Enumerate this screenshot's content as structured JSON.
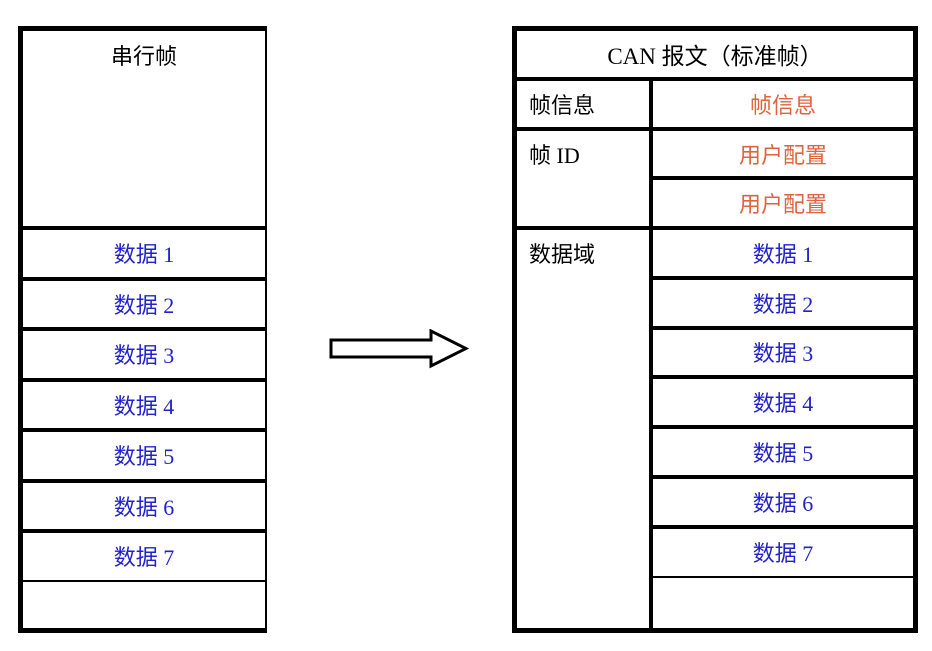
{
  "colors": {
    "background": "#ffffff",
    "line_black": "#000000",
    "data_blue": "#2222cc",
    "user_config_orange": "#dd6342"
  },
  "left_table": {
    "title": "串行帧",
    "data_rows": [
      "数据 1",
      "数据 2",
      "数据 3",
      "数据 4",
      "数据 5",
      "数据 6",
      "数据 7"
    ],
    "empty_row": ""
  },
  "arrow": {
    "direction": "right"
  },
  "right_table": {
    "title": "CAN 报文（标准帧）",
    "frame_info": {
      "label": "帧信息",
      "value": "帧信息"
    },
    "frame_id": {
      "label": "帧 ID",
      "values": [
        "用户配置",
        "用户配置"
      ]
    },
    "data_field": {
      "label": "数据域",
      "values": [
        "数据 1",
        "数据 2",
        "数据 3",
        "数据 4",
        "数据 5",
        "数据 6",
        "数据 7"
      ],
      "empty_row": ""
    }
  }
}
